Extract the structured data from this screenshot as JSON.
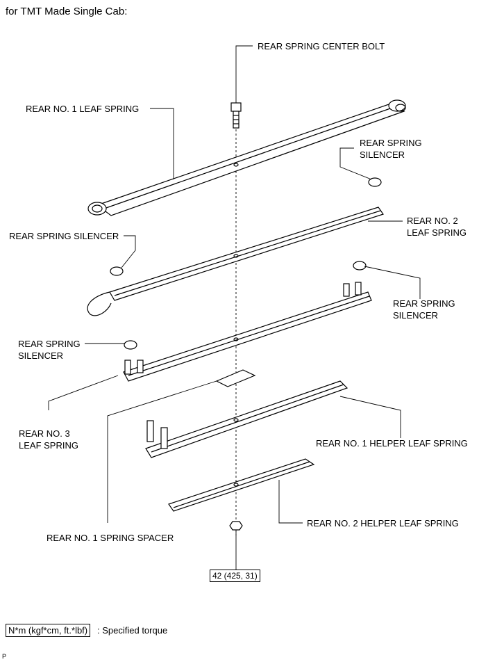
{
  "title": "for TMT Made Single Cab:",
  "labels": {
    "center_bolt": "REAR SPRING CENTER BOLT",
    "leaf1": "REAR NO. 1 LEAF SPRING",
    "silencer_upper_right": "REAR SPRING\nSILENCER",
    "silencer_left": "REAR SPRING SILENCER",
    "leaf2": "REAR NO. 2\nLEAF SPRING",
    "silencer_mid_right": "REAR SPRING\nSILENCER",
    "silencer_mid_left": "REAR SPRING\nSILENCER",
    "leaf3": "REAR NO. 3\nLEAF SPRING",
    "helper1": "REAR NO. 1 HELPER LEAF SPRING",
    "spacer": "REAR NO. 1 SPRING SPACER",
    "helper2": "REAR NO. 2 HELPER LEAF SPRING"
  },
  "torque_value": "42 (425, 31)",
  "legend": {
    "box": "N*m (kgf*cm, ft.*lbf)",
    "text": ": Specified torque"
  },
  "figure_code": "P"
}
